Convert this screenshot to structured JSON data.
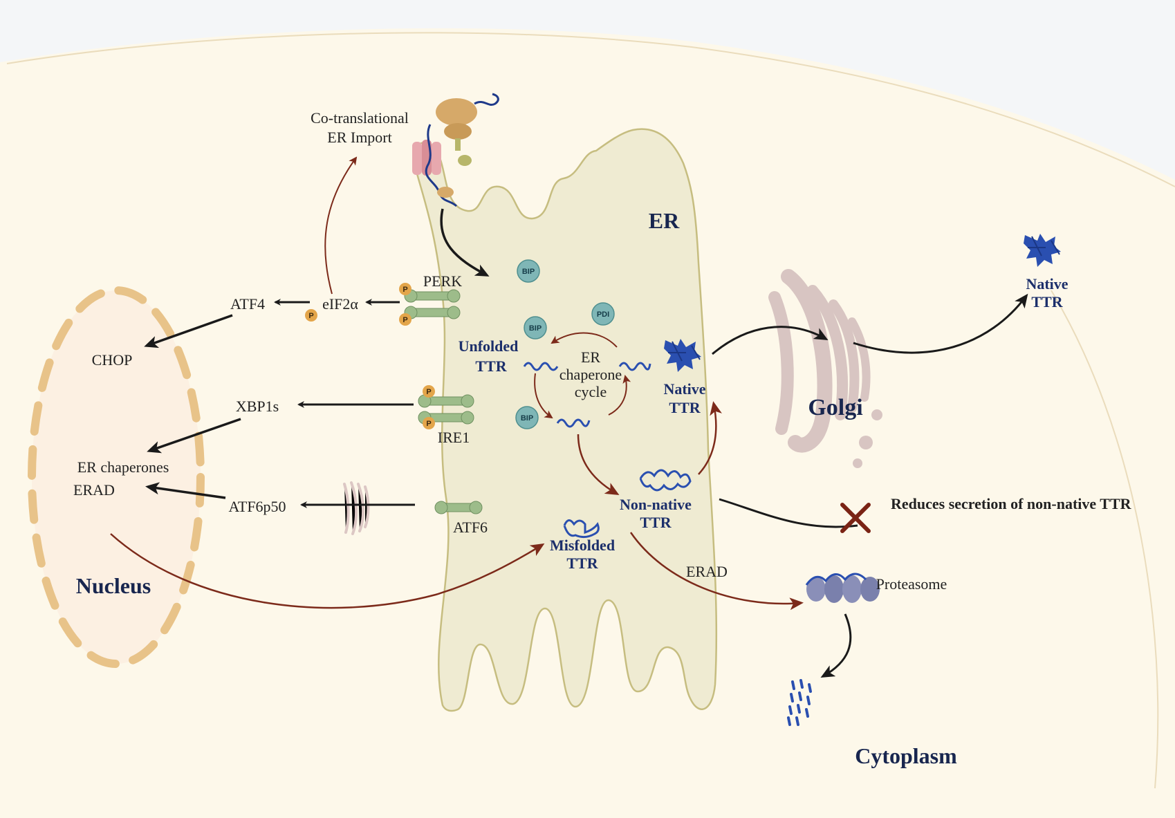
{
  "labels": {
    "co_translational_line1": "Co-translational",
    "co_translational_line2": "ER Import",
    "er": "ER",
    "perk": "PERK",
    "eif2a": "eIF2α",
    "atf4": "ATF4",
    "chop": "CHOP",
    "xbp1s": "XBP1s",
    "ire1": "IRE1",
    "er_chaperones": "ER chaperones",
    "erad_nucleus": "ERAD",
    "atf6p50": "ATF6p50",
    "atf6": "ATF6",
    "nucleus": "Nucleus",
    "bip": "BIP",
    "pdi": "PDI",
    "unfolded_ttr_line1": "Unfolded",
    "unfolded_ttr_line2": "TTR",
    "chaperone_cycle_line1": "ER",
    "chaperone_cycle_line2": "chaperone",
    "chaperone_cycle_line3": "cycle",
    "native_ttr_er_line1": "Native",
    "native_ttr_er_line2": "TTR",
    "native_ttr_out_line1": "Native",
    "native_ttr_out_line2": "TTR",
    "non_native_ttr_line1": "Non-native",
    "non_native_ttr_line2": "TTR",
    "misfolded_ttr_line1": "Misfolded",
    "misfolded_ttr_line2": "TTR",
    "erad": "ERAD",
    "golgi": "Golgi",
    "reduces_secretion": "Reduces secretion of non-native TTR",
    "proteasome": "Proteasome",
    "cytoplasm": "Cytoplasm",
    "phospho": "P"
  },
  "colors": {
    "background": "#f4f6f8",
    "cell": "#fdf8ea",
    "cell_border": "#eadcbc",
    "er_fill": "#efebd2",
    "er_border": "#c6bd80",
    "nucleus_fill": "#fbeee0",
    "nucleus_border": "#e8c389",
    "arrow_black": "#1a1a1a",
    "arrow_red": "#7c2a1a",
    "ttr_blue": "#2a4fb0",
    "bip_teal": "#7fb6b6",
    "receptor_green": "#9dbc8a",
    "phospho_orange": "#e3a54a",
    "reduce_text": "#7a2314",
    "proteasome": "#8a8fb8"
  }
}
